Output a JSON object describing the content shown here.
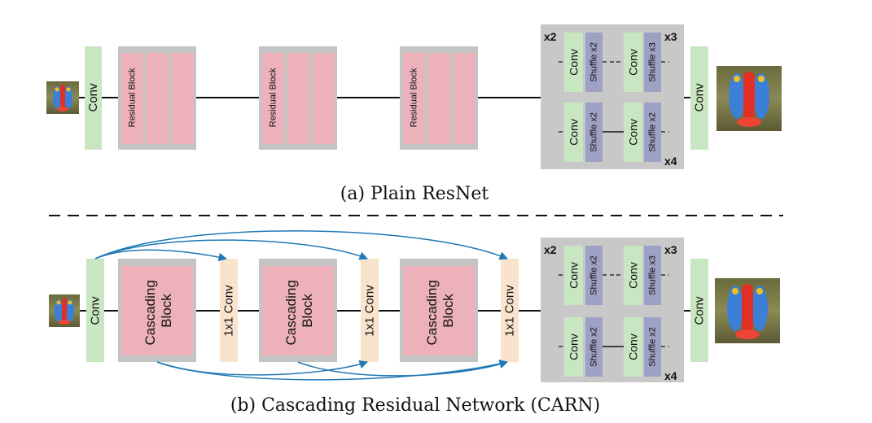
{
  "captions": {
    "a": "(a) Plain ResNet",
    "b": "(b) Cascading Residual Network (CARN)"
  },
  "plain": {
    "conv_in": "Conv",
    "residual_block": "Residual Block",
    "conv_out": "Conv"
  },
  "carn": {
    "conv_in": "Conv",
    "cascading_block_line1": "Cascading",
    "cascading_block_line2": "Block",
    "conv1x1": "1x1 Conv",
    "conv_out": "Conv"
  },
  "upsample": {
    "conv": "Conv",
    "shuffle_x2": "Shuffle x2",
    "shuffle_x3": "Shuffle x3",
    "scale_x2": "x2",
    "scale_x3": "x3",
    "scale_x4": "x4"
  },
  "colors": {
    "conv": "#c8e6c1",
    "residual": "#ecb1ba",
    "block_bg": "#c4c4c4",
    "conv1x1": "#f9e3cc",
    "shuffle": "#9ea0c4",
    "upsample_bg": "#c8c8c8",
    "skip_arrow": "#1f78b4",
    "line": "#111111"
  }
}
